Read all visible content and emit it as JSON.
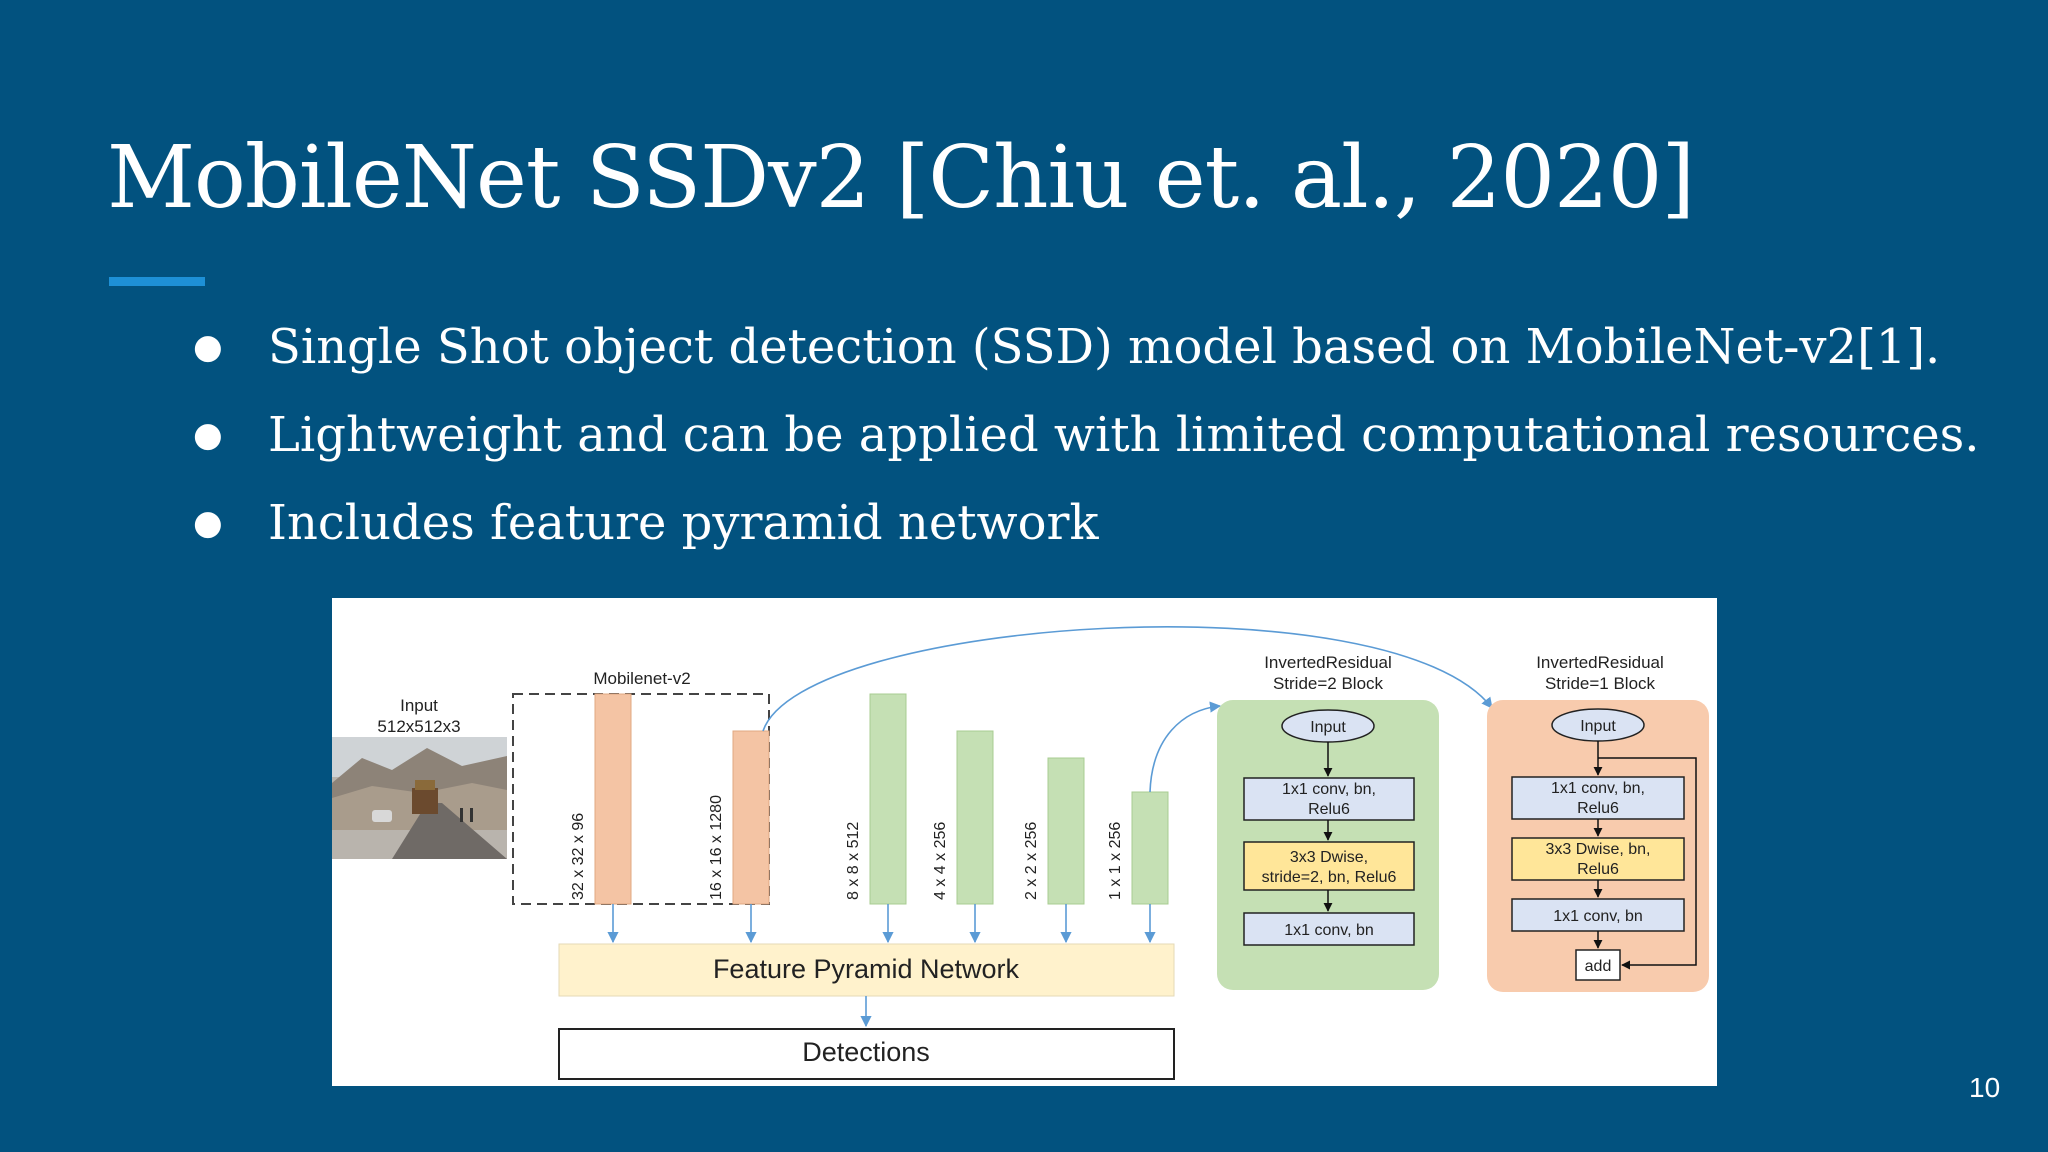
{
  "slide": {
    "title": "MobileNet SSDv2 [Chiu et. al., 2020]",
    "bullet_glyph": "●",
    "bullets": [
      "Single Shot object detection (SSD) model based on MobileNet-v2[1].",
      "Lightweight and can be applied with limited computational resources.",
      "Includes feature pyramid network"
    ],
    "page_number": "10"
  },
  "diagram": {
    "input_label_1": "Input",
    "input_label_2": "512x512x3",
    "backbone_label": "Mobilenet-v2",
    "feature_maps": [
      {
        "label": "32 x 32 x 96",
        "color": "#f4c4a4"
      },
      {
        "label": "16 x 16 x 1280",
        "color": "#f4c4a4"
      },
      {
        "label": "8 x 8 x 512",
        "color": "#c5e0b4"
      },
      {
        "label": "4 x 4 x 256",
        "color": "#c5e0b4"
      },
      {
        "label": "2 x 2 x 256",
        "color": "#c5e0b4"
      },
      {
        "label": "1 x 1 x 256",
        "color": "#c5e0b4"
      }
    ],
    "fpn_label": "Feature Pyramid Network",
    "detections_label": "Detections",
    "stride2_block": {
      "title_1": "InvertedResidual",
      "title_2": "Stride=2 Block",
      "input": "Input",
      "layer1_1": "1x1 conv, bn,",
      "layer1_2": "Relu6",
      "layer2_1": "3x3 Dwise,",
      "layer2_2": "stride=2, bn, Relu6",
      "layer3": "1x1 conv, bn",
      "color": "#c5e0b4"
    },
    "stride1_block": {
      "title_1": "InvertedResidual",
      "title_2": "Stride=1 Block",
      "input": "Input",
      "layer1_1": "1x1 conv, bn,",
      "layer1_2": "Relu6",
      "layer2_1": "3x3 Dwise, bn,",
      "layer2_2": "Relu6",
      "layer3": "1x1 conv, bn",
      "add": "add",
      "color": "#f8cbad"
    },
    "colors": {
      "background": "#02527f",
      "accent_rule": "#1e90d6",
      "arrow": "#5b9bd5",
      "fpn_fill": "#fff2cc",
      "layer_fill": "#dae3f3",
      "dwise_fill": "#ffe699"
    }
  }
}
